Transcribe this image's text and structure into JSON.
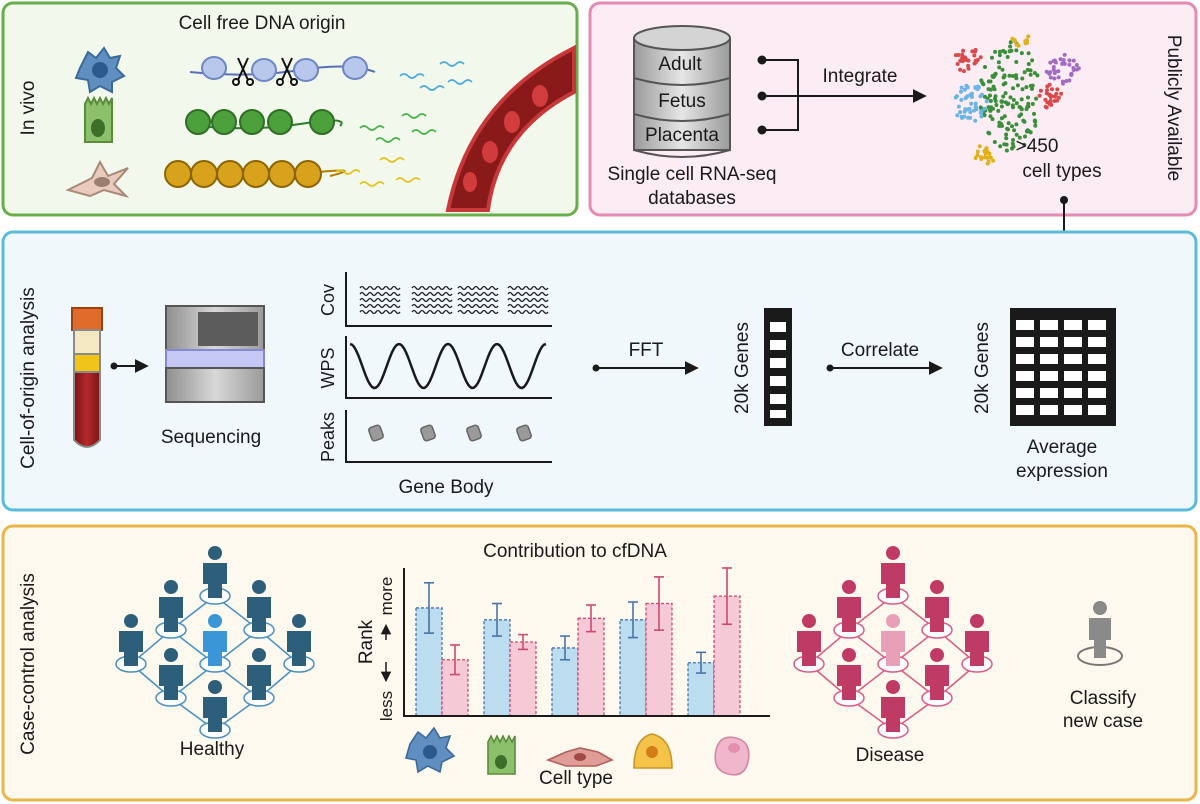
{
  "panel_invivo": {
    "title": "Cell free DNA origin",
    "side_label": "In vivo"
  },
  "panel_public": {
    "side_label": "Publicly Available",
    "db_layers": [
      "Adult",
      "Fetus",
      "Placenta"
    ],
    "db_caption_line1": "Single cell RNA-seq",
    "db_caption_line2": "databases",
    "integrate_label": "Integrate",
    "celltypes_line1": ">450",
    "celltypes_line2": "cell types"
  },
  "panel_analysis": {
    "side_label": "Cell-of-origin analysis",
    "sequencing_label": "Sequencing",
    "track_labels": [
      "Cov",
      "WPS",
      "Peaks"
    ],
    "gene_body_label": "Gene Body",
    "fft_label": "FFT",
    "genes_label": "20k Genes",
    "correlate_label": "Correlate",
    "genes_label_2": "20k Genes",
    "avg_expr_line1": "Average",
    "avg_expr_line2": "expression"
  },
  "panel_casecontrol": {
    "side_label": "Case-control analysis",
    "healthy_label": "Healthy",
    "disease_label": "Disease",
    "classify_line1": "Classify",
    "classify_line2": "new case"
  },
  "chart_data": {
    "type": "bar",
    "title": "Contribution to cfDNA",
    "xlabel": "Cell type",
    "ylabel": "Rank",
    "y_more_label": "more",
    "y_less_label": "less",
    "ylim": [
      0,
      100
    ],
    "categories": [
      "cell type 1",
      "cell type 2",
      "cell type 3",
      "cell type 4",
      "cell type 5"
    ],
    "series": [
      {
        "values": [
          73,
          65,
          46,
          65,
          36
        ],
        "error": [
          17,
          11,
          8,
          12,
          7
        ],
        "color": "#bcdcf0",
        "edge": "#4a74a8"
      },
      {
        "values": [
          38,
          50,
          66,
          76,
          81
        ],
        "error": [
          10,
          5,
          9,
          18,
          19
        ],
        "color": "#f6c9d6",
        "edge": "#cc4a72"
      }
    ]
  },
  "colors": {
    "invivo_border": "#6aae4c",
    "invivo_fill": "#f2f9ec",
    "public_border": "#e58ab3",
    "public_fill": "#fcecf4",
    "analysis_border": "#5cbbd8",
    "analysis_fill": "#f0f8fc",
    "casecontrol_border": "#e9b64a",
    "casecontrol_fill": "#fdf9ee",
    "healthy": "#2d5f7a",
    "disease": "#c03a66"
  }
}
